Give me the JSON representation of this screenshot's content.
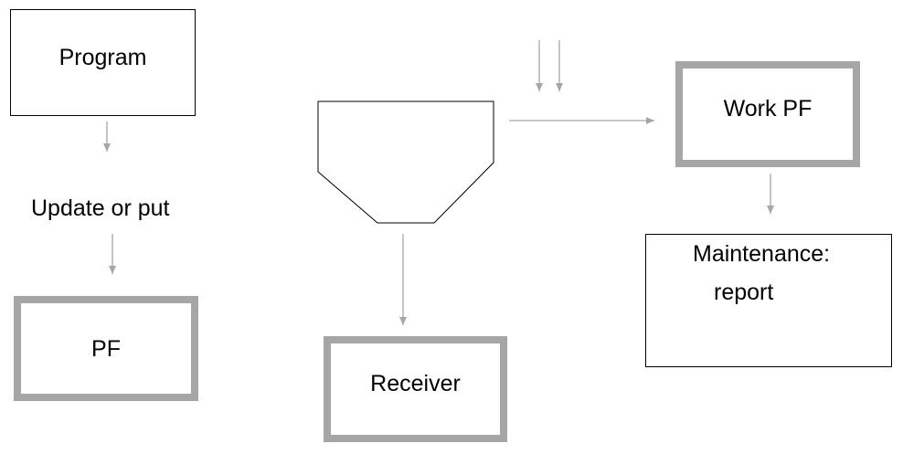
{
  "diagram": {
    "nodes": {
      "program": {
        "label": "Program"
      },
      "update_or_put": {
        "label": "Update or put"
      },
      "pf": {
        "label": "PF"
      },
      "receiver": {
        "label": "Receiver"
      },
      "work_pf": {
        "label": "Work PF"
      },
      "maintenance": {
        "line1": "Maintenance:",
        "line2": "report"
      }
    },
    "colors": {
      "line": "#000000",
      "arrow": "#a6a6a6",
      "thick_border": "#a6a6a6"
    }
  }
}
